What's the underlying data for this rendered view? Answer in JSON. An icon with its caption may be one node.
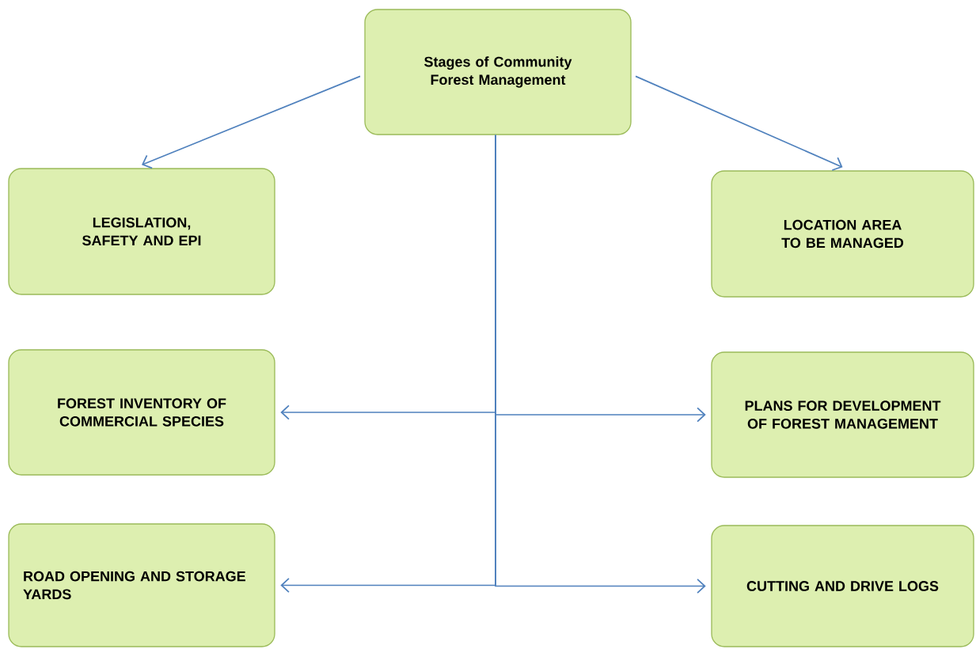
{
  "diagram": {
    "nodes": [
      {
        "text": [
          "Stages of Community Forest Management"
        ]
      },
      {
        "text": [
          "LEGISLATION, SAFETY AND EPI"
        ]
      },
      {
        "text": [
          "LOCATION AREA TO BE MANAGED"
        ]
      },
      {
        "text": [
          "FOREST INVENTORY OF COMMERCIAL SPECIES"
        ]
      },
      {
        "text": [
          "PLANS FOR DEVELOPMENT OF FOREST MANAGEMENT"
        ]
      },
      {
        "text": [
          "ROAD OPENING AND STORAGE YARDS"
        ]
      },
      {
        "text": [
          "CUTTING AND DRIVE LOGS"
        ]
      }
    ],
    "edges": [
      {
        "from": 0,
        "to": 1,
        "arrow": "to"
      },
      {
        "from": 0,
        "to": 2,
        "arrow": "to"
      },
      {
        "from": 0,
        "to": 3,
        "arrow": "to"
      },
      {
        "from": 0,
        "to": 4,
        "arrow": "to"
      },
      {
        "from": 0,
        "to": 5,
        "arrow": "to"
      },
      {
        "from": 0,
        "to": 6,
        "arrow": "to"
      }
    ]
  }
}
